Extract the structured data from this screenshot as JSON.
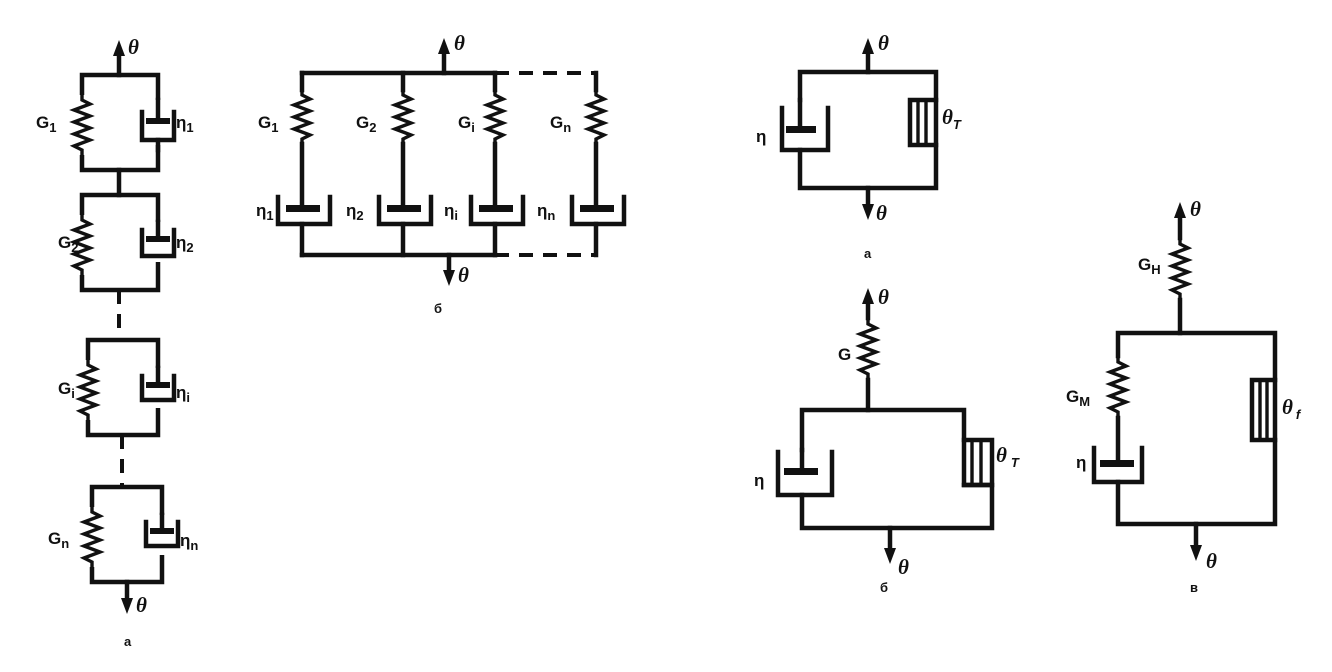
{
  "symbols": {
    "theta": "θ",
    "eta": "η",
    "G": "G"
  },
  "subscripts": {
    "one": "1",
    "two": "2",
    "i": "i",
    "n": "n",
    "T": "T",
    "f": "f",
    "H": "H",
    "M": "M"
  },
  "figure_left": {
    "caption_a": "a",
    "caption_b": "б"
  },
  "figure_right": {
    "caption_a": "a",
    "caption_b": "б",
    "caption_c": "в"
  }
}
